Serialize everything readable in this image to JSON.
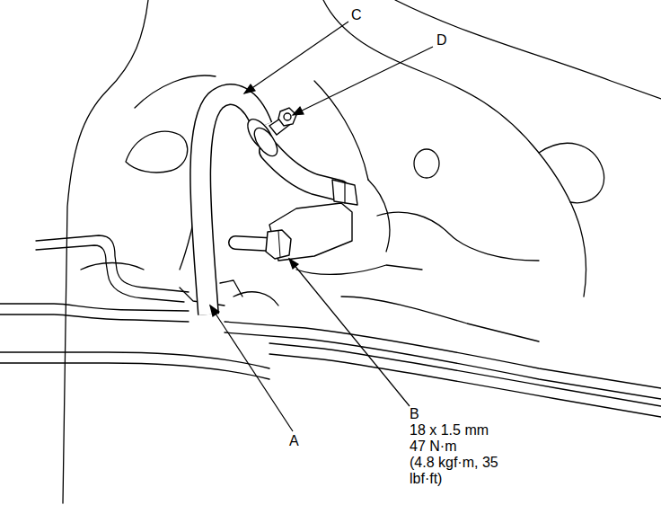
{
  "diagram": {
    "labels": [
      "C",
      "D",
      "B",
      "18 x 1.5 mm",
      "47 N·m",
      "(4.8 kgf·m, 35 lbf·ft)",
      "A"
    ]
  }
}
